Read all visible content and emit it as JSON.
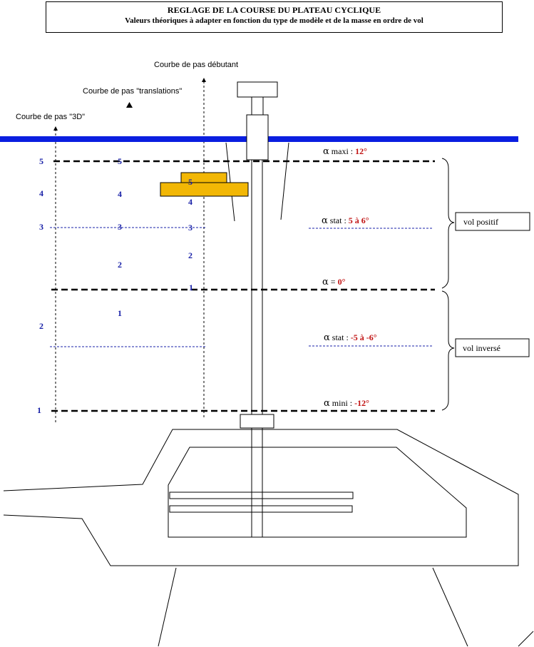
{
  "header": {
    "title": "REGLAGE DE LA COURSE DU PLATEAU CYCLIQUE",
    "subtitle": "Valeurs théoriques à adapter en fonction du type de modèle et de la masse en ordre de vol"
  },
  "curves": {
    "debutant": "Courbe de pas débutant",
    "translations": "Courbe de pas \"translations\"",
    "three_d": "Courbe de pas \"3D\""
  },
  "levels": {
    "maxi": {
      "symbol": "α",
      "label": " maxi : ",
      "value": "12°"
    },
    "stat_pos": {
      "symbol": "α",
      "label": " stat : ",
      "value": "5 à 6°"
    },
    "zero": {
      "symbol": "α",
      "label": " = ",
      "value": "0°"
    },
    "stat_neg": {
      "symbol": "α",
      "label": " stat : ",
      "value": "-5 à -6°"
    },
    "mini": {
      "symbol": "α",
      "label": " mini : ",
      "value": "-12°"
    }
  },
  "boxes": {
    "vol_positif": "vol positif",
    "vol_inverse": "vol inversé"
  },
  "scale_3d": [
    "5",
    "4",
    "3",
    "2",
    "1"
  ],
  "scale_translations": [
    "5",
    "4",
    "3",
    "2",
    "1"
  ],
  "scale_debutant": [
    "5",
    "4",
    "3",
    "2",
    "1"
  ],
  "colors": {
    "rotor_bar": "#0a1ee0",
    "swash_plate": "#f2b705",
    "scale_numbers": "#1a22a8",
    "values": "#c01010"
  }
}
